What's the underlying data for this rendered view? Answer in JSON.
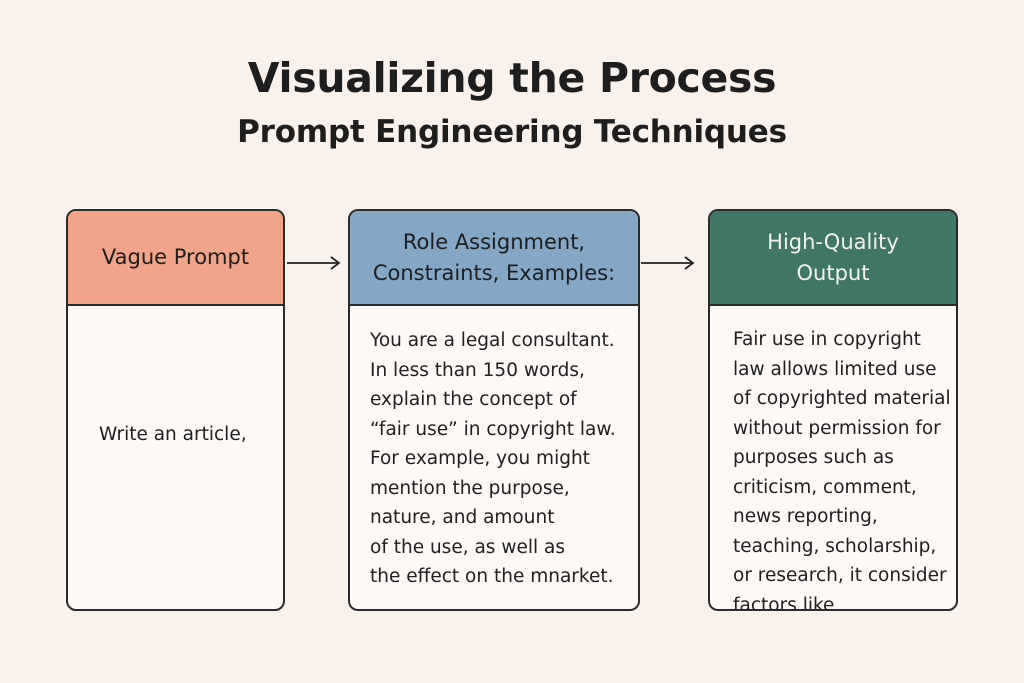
{
  "title": "Visualizing the Process",
  "subtitle": "Prompt Engineering Techniques",
  "colors": {
    "background": "#f9f1ec",
    "vague_header": "#f2a48b",
    "role_header": "#86a6c5",
    "output_header": "#3f7666"
  },
  "cards": [
    {
      "header_lines": [
        "Vague Prompt"
      ],
      "body_lines": [
        "Write an article,"
      ]
    },
    {
      "header_lines": [
        "Role Assignment,",
        "Constraints, Examples:"
      ],
      "body_lines": [
        "You are a legal consultant.",
        "In less than 150 words,",
        "explain the concept of",
        "“fair use” in copyright law.",
        "For example, you might",
        "mention the purpose,",
        "nature, and amount",
        "of the use, as well as",
        "the effect on the mnarket."
      ]
    },
    {
      "header_lines": [
        "High-Quality",
        "Output"
      ],
      "body_lines": [
        "Fair use in copyright",
        "law allows limited use",
        "of copyrighted material",
        "without permission for",
        "purposes such as",
        "criticism, comment,",
        "news reporting,",
        "teaching, scholarship,",
        "or research, it consider",
        "factors like"
      ]
    }
  ],
  "arrows": [
    "arrow-right-icon",
    "arrow-right-icon"
  ]
}
